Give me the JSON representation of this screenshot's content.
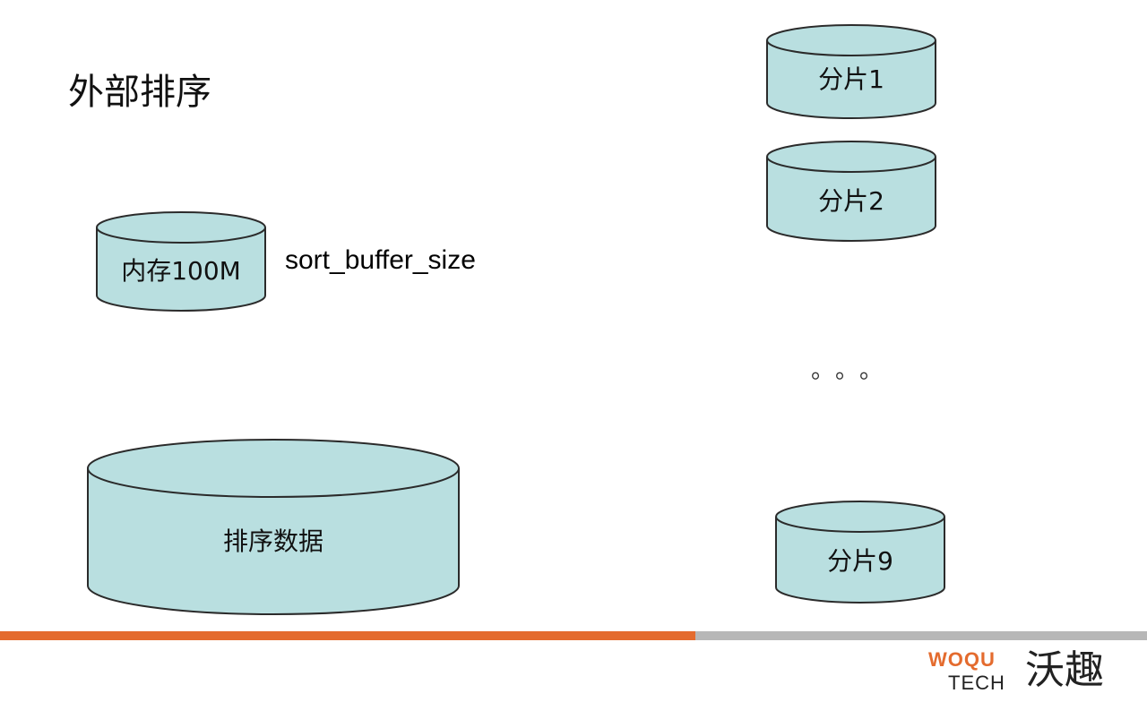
{
  "slide": {
    "title": "外部排序",
    "memory": {
      "label": "内存100M",
      "param": "sort_buffer_size"
    },
    "sort_data": {
      "label": "排序数据"
    },
    "shards": [
      {
        "label": "分片1"
      },
      {
        "label": "分片2"
      },
      {
        "label": "分片9"
      }
    ],
    "ellipsis": "。。。"
  },
  "colors": {
    "cylinder_fill": "#b9dfe0",
    "cylinder_stroke": "#2b2b2b",
    "bar_orange": "#e46b2e",
    "bar_gray": "#b7b7b7",
    "logo_accent": "#e46b2e",
    "logo_text": "#222222"
  },
  "logo": {
    "line1": "WOQU",
    "line2": "TECH",
    "chinese": "沃趣"
  }
}
